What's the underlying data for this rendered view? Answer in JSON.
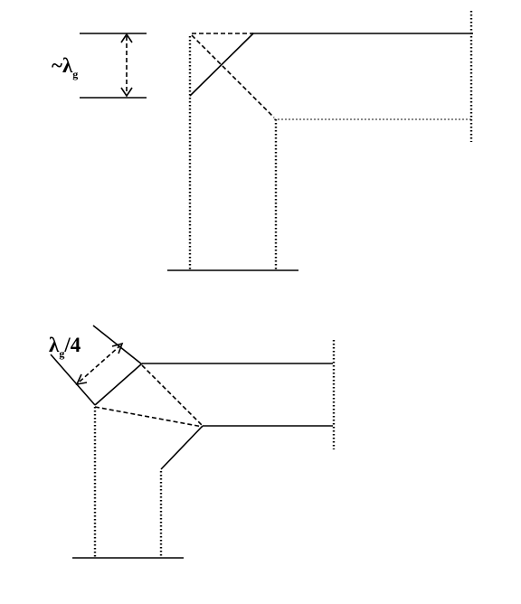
{
  "diagram": {
    "top": {
      "label_prefix": "~λ",
      "label_sub": "g"
    },
    "bottom": {
      "label_main": "λ",
      "label_sub": "g",
      "label_suffix": "/4"
    }
  }
}
